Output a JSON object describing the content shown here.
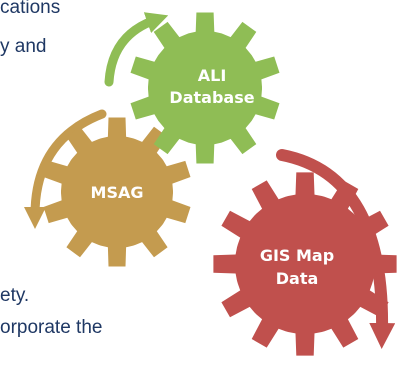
{
  "text_fragments": [
    "cations",
    "y and",
    "ety.",
    "orporate the"
  ],
  "gears": {
    "ali": {
      "line1": "ALI",
      "line2": "Database",
      "color": "#8fbd55"
    },
    "msag": {
      "label": "MSAG",
      "color": "#c49b4f"
    },
    "gis": {
      "line1": "GIS Map",
      "line2": "Data",
      "color": "#c0504d"
    }
  },
  "arrows": {
    "green": "#8fbd55",
    "tan": "#c49b4f",
    "red": "#c0504d"
  }
}
